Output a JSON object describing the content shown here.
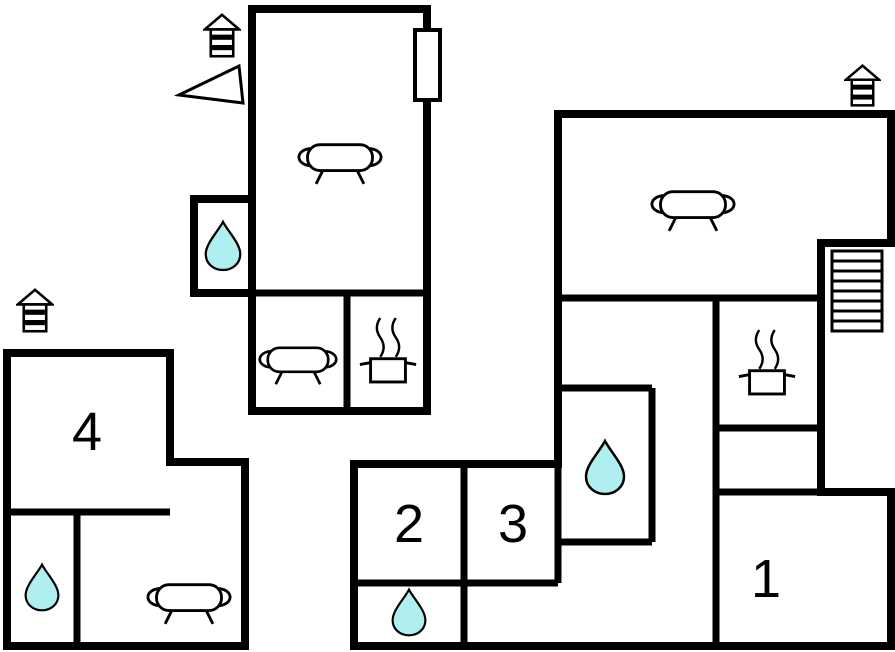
{
  "page": {
    "type": "floor-plan"
  },
  "colors": {
    "wall": "#000000",
    "water_drop": "#b0eff0",
    "background": "#ffffff",
    "label": "#000000"
  },
  "rooms": [
    {
      "id": "room-1",
      "label": "1"
    },
    {
      "id": "room-2",
      "label": "2"
    },
    {
      "id": "room-3",
      "label": "3"
    },
    {
      "id": "room-4",
      "label": "4"
    }
  ],
  "icons": {
    "water_drop": "water-drop-icon (bathroom)",
    "sofa": "sofa-icon (living area)",
    "stove": "stove-icon (kitchen, pot with steam)",
    "stairs": "stairs-icon",
    "house": "house-icon (entrance marker)",
    "window": "window-icon",
    "triangle": "triangle-marker-icon"
  }
}
